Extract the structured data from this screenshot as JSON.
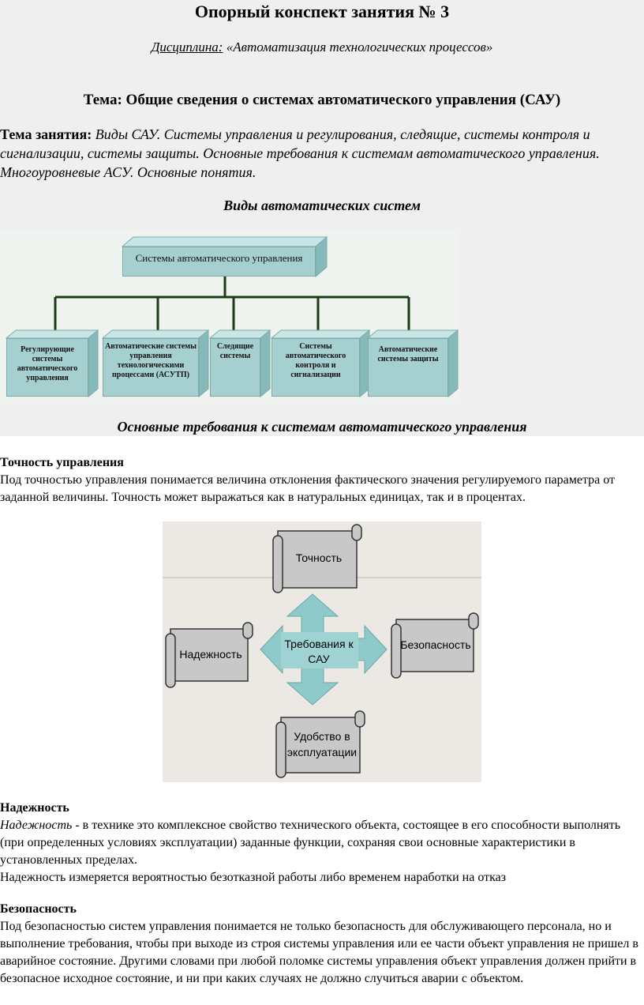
{
  "header": {
    "title": "Опорный конспект занятия № 3",
    "discipline_label": "Дисциплина:",
    "discipline_value": "«Автоматизация технологических процессов»",
    "topic": "Тема: Общие сведения о системах автоматического управления (САУ)",
    "lesson_label": "Тема занятия:",
    "lesson_text": "Виды САУ. Системы управления и регулирования, следящие, системы контроля и сигнализации, системы защиты. Основные требования к системам автоматического управления. Многоуровневые АСУ. Основные понятия."
  },
  "diagram1": {
    "caption": "Виды автоматических систем",
    "root": "Системы автоматического управления",
    "children": [
      "Регулирующие системы автоматического управления",
      "Автоматические системы управления технологическими процессами (АСУТП)",
      "Следящие системы",
      "Системы автоматического контроля и сигнализации",
      "Автоматические системы защиты"
    ]
  },
  "diagram2": {
    "caption": "Основные требования к системам автоматического управления",
    "center": "Требования к САУ",
    "top": "Точность",
    "left": "Надежность",
    "right": "Безопасность",
    "bottom": "Удобство в эксплуатации"
  },
  "sections": {
    "accuracy": {
      "heading": "Точность управления",
      "text": "Под точностью управления понимается величина отклонения фактического значения регулируемого параметра от заданной величины. Точность может выражаться как в натуральных единицах, так и в процентах."
    },
    "reliability": {
      "heading": "Надежность",
      "term": "Надежность",
      "text": " - в технике это комплексное свойство технического объекта, состоящее в его способности выполнять (при определенных условиях эксплуатации) заданные функции, сохраняя свои основные характеристики в установленных пределах.",
      "text2": "Надежность измеряется вероятностью безотказной работы либо временем наработки на отказ"
    },
    "safety": {
      "heading": "Безопасность",
      "text": "Под безопасностью систем управления понимается не только безопасность для обслуживающего персонала, но и выполнение требования, чтобы при выходе из строя системы управления или ее части объект управления не пришел в аварийное состояние. Другими словами при любой поломке системы управления объект управления должен прийти в безопасное исходное состояние, и ни при каких случаях не должно случиться аварии с объектом."
    }
  }
}
